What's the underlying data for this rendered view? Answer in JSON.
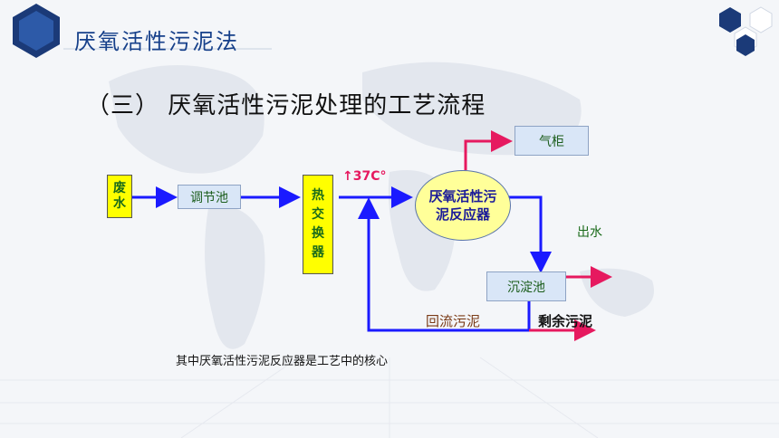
{
  "header": {
    "title": "厌氧活性污泥法"
  },
  "section": {
    "title": "（三）    厌氧活性污泥处理的工艺流程"
  },
  "diagram": {
    "nodes": {
      "waste_water": "废水",
      "regulating_tank": "调节池",
      "heat_exchanger": "热交换器",
      "reactor": "厌氧活性污泥反应器",
      "gas_holder": "气柜",
      "settling_tank": "沉淀池"
    },
    "labels": {
      "temperature": "↑37C°",
      "outflow": "出水",
      "return_sludge": "回流污泥",
      "excess_sludge": "剩余污泥"
    },
    "colors": {
      "flow": "#1a1aff",
      "output": "#e6195f",
      "yellow": "#ffff00"
    }
  },
  "caption": "其中厌氧活性污泥反应器是工艺中的核心"
}
